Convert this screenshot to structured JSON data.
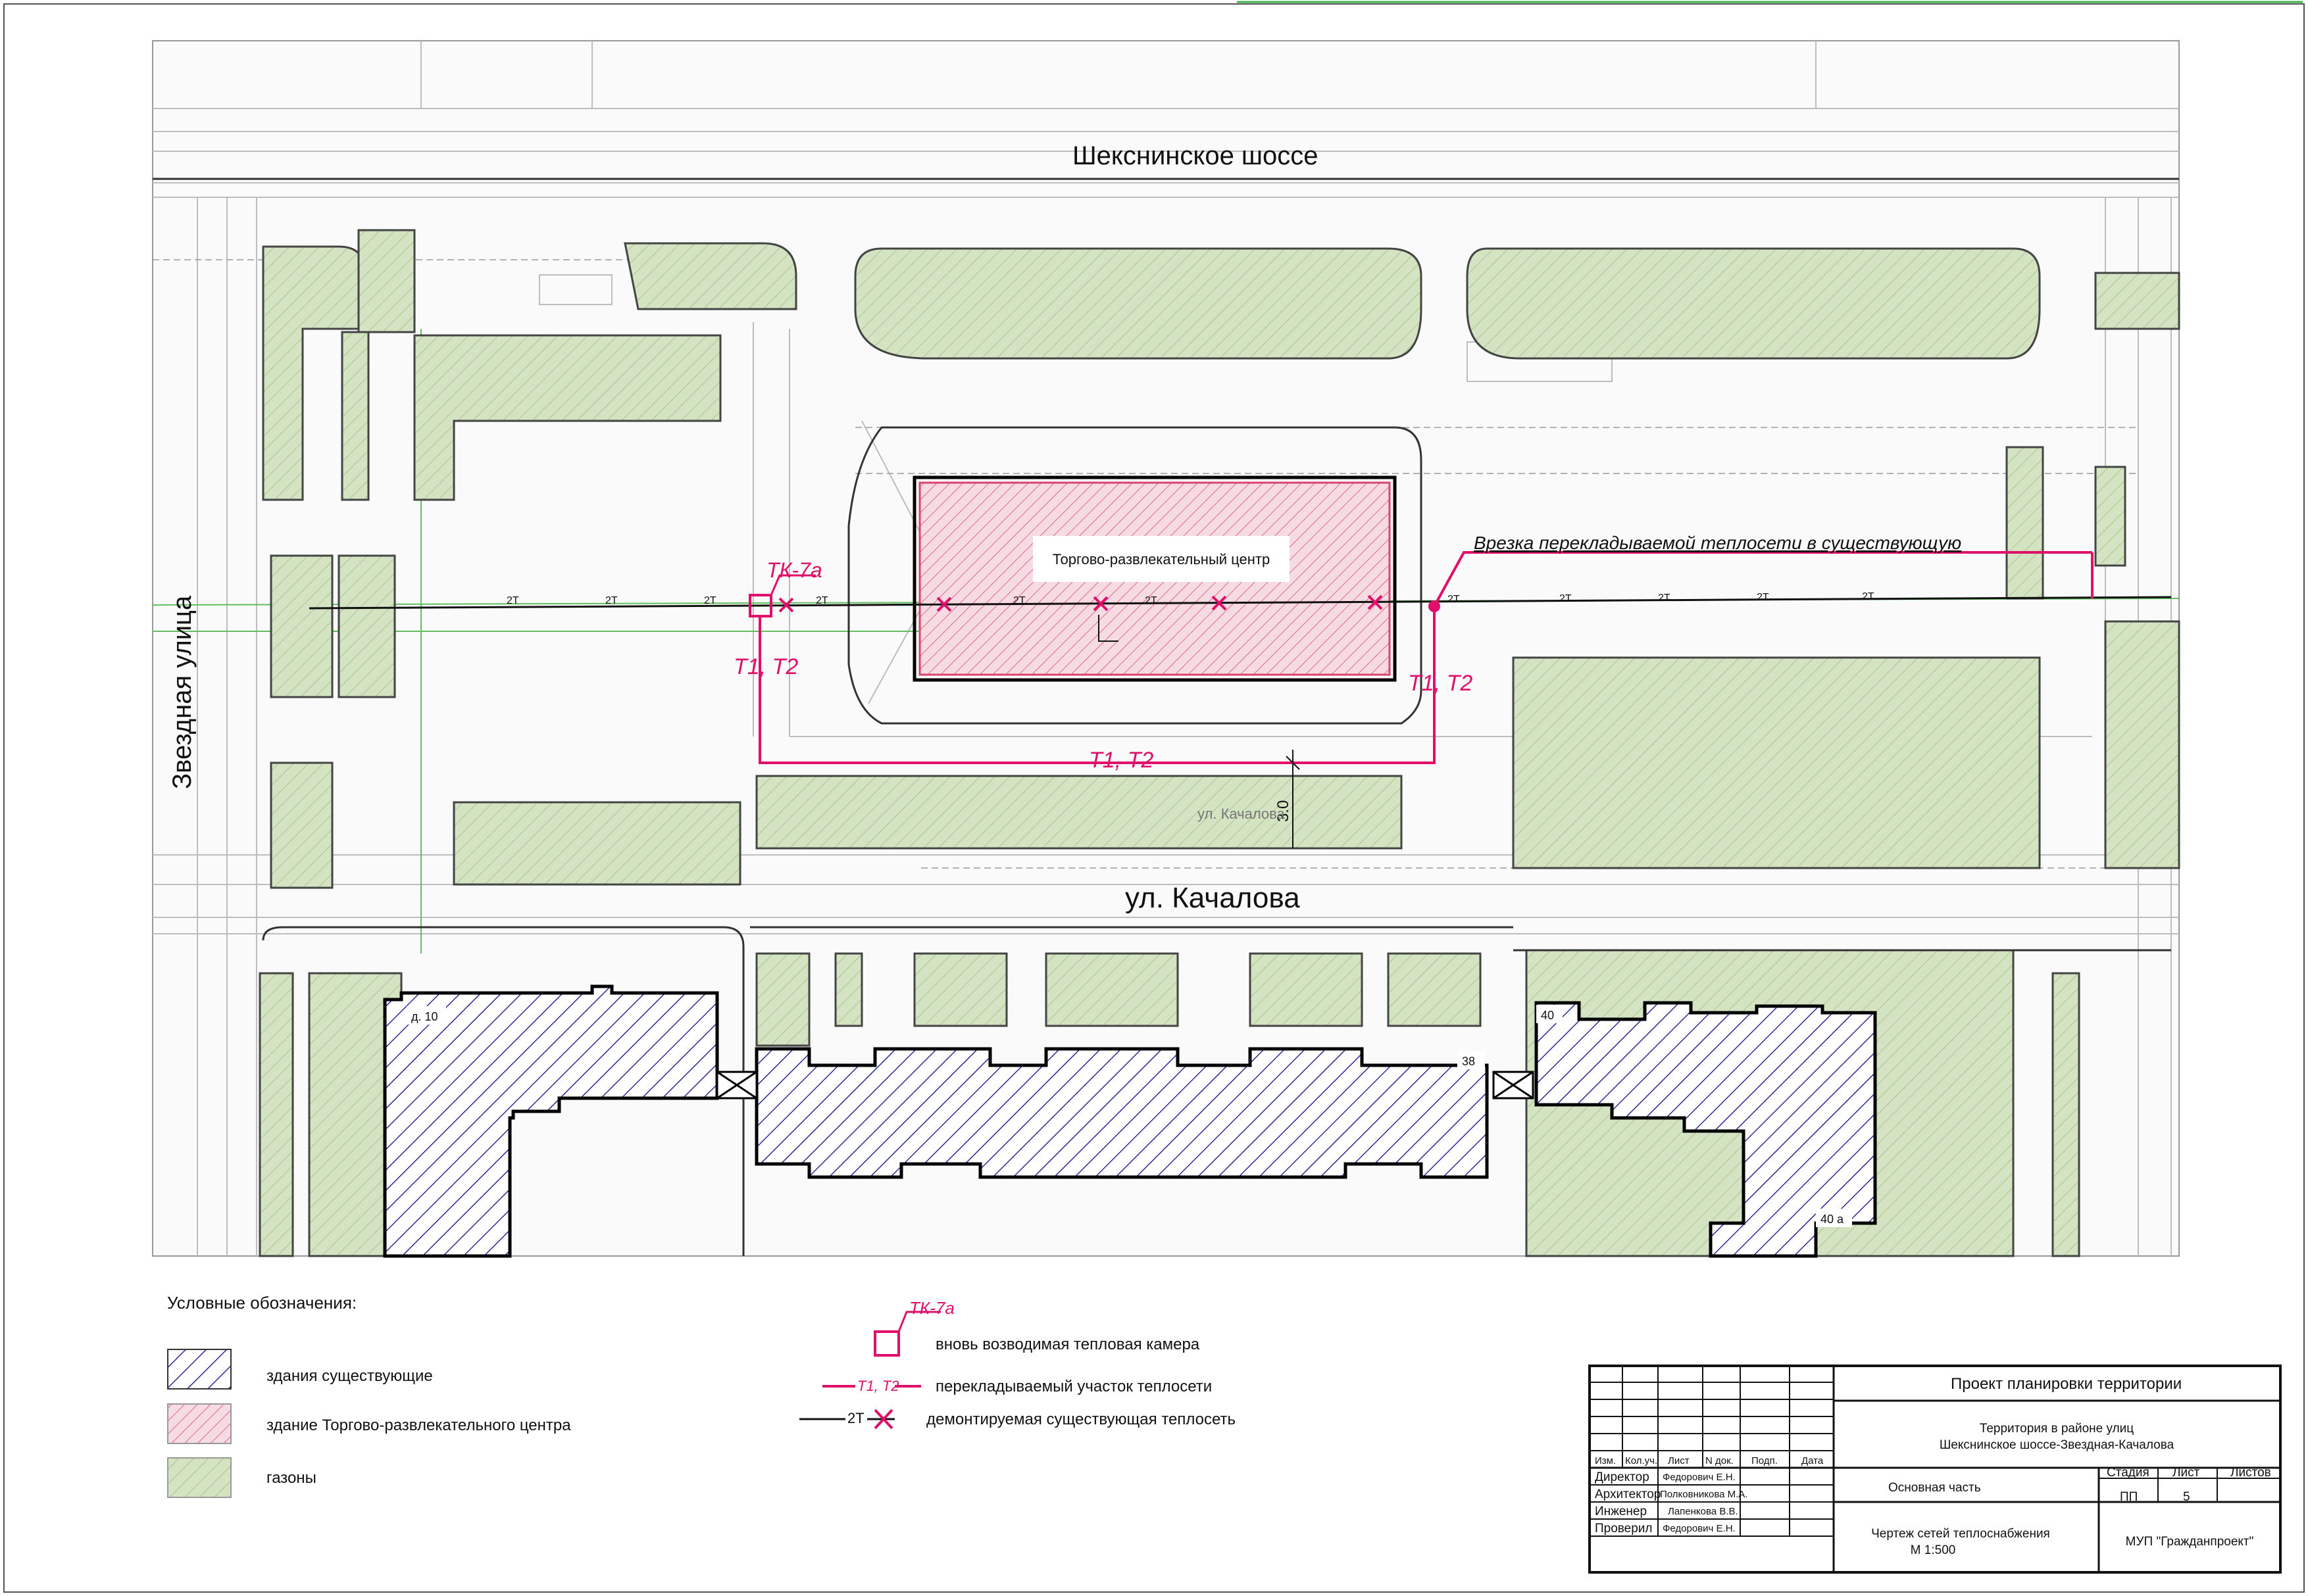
{
  "streets": {
    "sheksna": "Шекснинское шоссе",
    "zvezdnaya": "Звездная улица",
    "kachalova": "ул. Качалова",
    "kachalova_faint": "ул. Качалова"
  },
  "plan": {
    "mall_label": "Торгово-развлекательный центр",
    "insertion_note": "Врезка перекладываемой теплосети в существующую",
    "chamber_label": "ТК-7а",
    "t1t2_left": "Т1, Т2",
    "t1t2_right": "Т1, Т2",
    "t1t2_bottom": "Т1, Т2",
    "pipe_2t": "2Т",
    "dim_30": "3.0",
    "house_10": "д. 10",
    "house_38": "38",
    "house_40": "40",
    "house_40a": "40 а"
  },
  "legend": {
    "title": "Условные обозначения:",
    "existing_buildings": "здания существующие",
    "mall_building": "здание Торгово-развлекательного центра",
    "lawns": "газоны",
    "new_chamber": "вновь возводимая тепловая камера",
    "new_chamber_tag": "ТК-7а",
    "relaid_section": "перекладываемый участок теплосети",
    "relaid_tag": "Т1, Т2",
    "dismantled": "демонтируемая существующая теплосеть",
    "dismantled_tag": "2Т"
  },
  "title_block": {
    "project": "Проект планировки территории",
    "territory_line1": "Территория в районе улиц",
    "territory_line2": "Шекснинское шоссе-Звездная-Качалова",
    "col_izm": "Изм.",
    "col_kol": "Кол.уч.",
    "col_list": "Лист",
    "col_ndok": "N док.",
    "col_podp": "Подп.",
    "col_data": "Дата",
    "roles": [
      {
        "role": "Директор",
        "name": "Федорович Е.Н."
      },
      {
        "role": "Архитектор",
        "name": "Полковникова М.А."
      },
      {
        "role": "Инженер",
        "name": "Лапенкова В.В."
      },
      {
        "role": "Проверил",
        "name": "Федорович Е.Н."
      }
    ],
    "section": "Основная часть",
    "stage_h": "Стадия",
    "sheet_h": "Лист",
    "sheets_h": "Листов",
    "stage_v": "ПП",
    "sheet_v": "5",
    "drawing_line1": "Чертеж сетей теплоснабжения",
    "drawing_line2": "М 1:500",
    "org": "МУП \"Гражданпроект\""
  },
  "colors": {
    "existing": "#2b2b9a",
    "mall": "#d9456e",
    "lawn": "#c7d9b1",
    "heat_new": "#e0106a",
    "pipe_old": "#111111"
  }
}
